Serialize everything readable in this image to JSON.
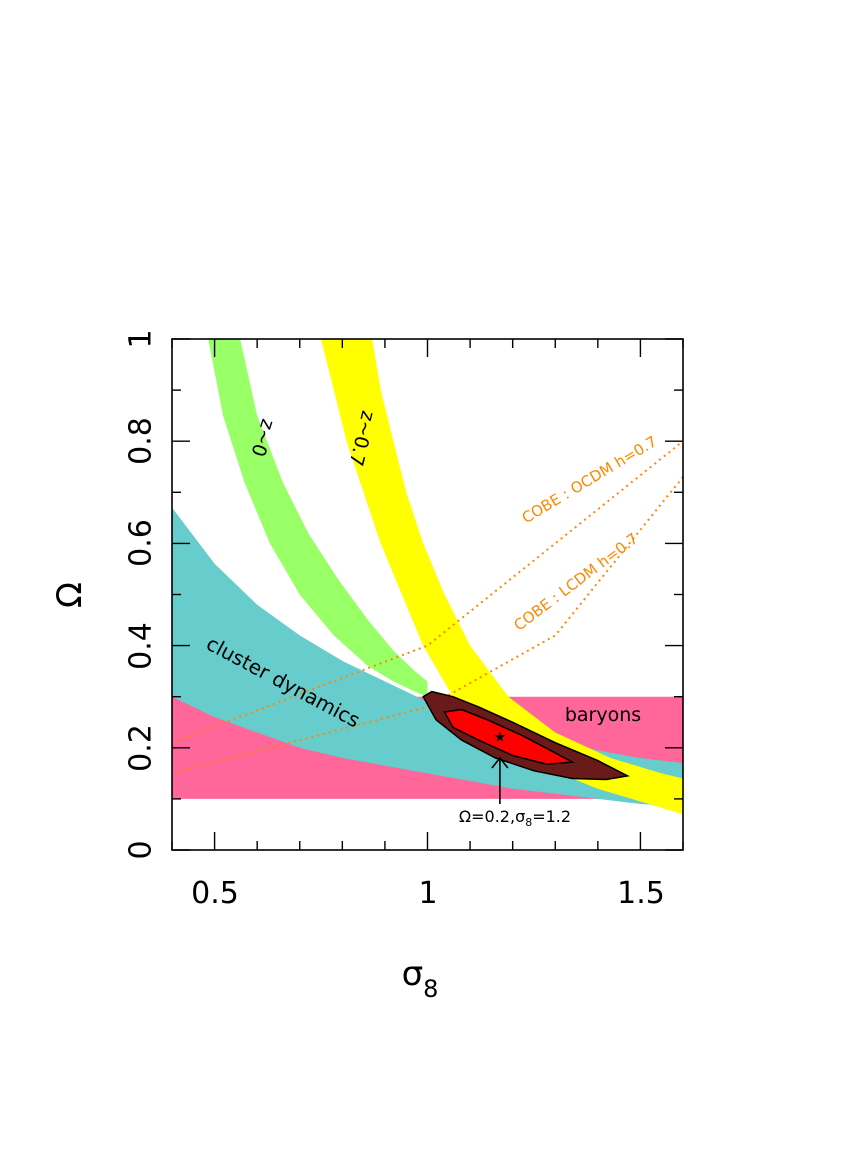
{
  "chart_data": {
    "type": "area",
    "xlabel": "σ",
    "xlabel_subscript": "8",
    "ylabel": "Ω",
    "xlim": [
      0.4,
      1.6
    ],
    "ylim": [
      0,
      1
    ],
    "x_ticks": [
      "0.5",
      "1",
      "1.5"
    ],
    "y_ticks": [
      "0",
      "0.2",
      "0.4",
      "0.6",
      "0.8",
      "1"
    ],
    "grid": false,
    "colors": {
      "baryons": "#ff6699",
      "cluster_dynamics": "#66cccc",
      "z0": "#99ff66",
      "z07": "#ffff00",
      "cobe": "#ff8800",
      "contour_outer": "#6b1a1a",
      "contour_inner": "#ff0000"
    },
    "bands": [
      {
        "id": "baryons",
        "label": "baryons",
        "kind": "horizontal",
        "y_range": [
          0.1,
          0.3
        ]
      },
      {
        "id": "cluster_dynamics",
        "label": "cluster dynamics",
        "upper": [
          [
            0.4,
            0.67
          ],
          [
            0.5,
            0.56
          ],
          [
            0.6,
            0.48
          ],
          [
            0.7,
            0.42
          ],
          [
            0.8,
            0.37
          ],
          [
            0.9,
            0.33
          ],
          [
            1.0,
            0.29
          ],
          [
            1.1,
            0.26
          ],
          [
            1.2,
            0.235
          ],
          [
            1.3,
            0.215
          ],
          [
            1.4,
            0.195
          ],
          [
            1.5,
            0.18
          ],
          [
            1.6,
            0.17
          ]
        ],
        "lower": [
          [
            0.4,
            0.3
          ],
          [
            0.5,
            0.26
          ],
          [
            0.6,
            0.23
          ],
          [
            0.7,
            0.2
          ],
          [
            0.8,
            0.18
          ],
          [
            0.9,
            0.165
          ],
          [
            1.0,
            0.15
          ],
          [
            1.1,
            0.135
          ],
          [
            1.2,
            0.12
          ],
          [
            1.3,
            0.11
          ],
          [
            1.4,
            0.1
          ],
          [
            1.5,
            0.09
          ],
          [
            1.6,
            0.085
          ]
        ]
      },
      {
        "id": "z0",
        "label": "z~0",
        "left": [
          [
            0.485,
            1.0
          ],
          [
            0.52,
            0.85
          ],
          [
            0.57,
            0.72
          ],
          [
            0.63,
            0.6
          ],
          [
            0.7,
            0.5
          ],
          [
            0.78,
            0.42
          ],
          [
            0.86,
            0.36
          ],
          [
            0.92,
            0.33
          ],
          [
            0.97,
            0.31
          ],
          [
            1.0,
            0.3
          ]
        ],
        "right": [
          [
            0.56,
            1.0
          ],
          [
            0.6,
            0.85
          ],
          [
            0.66,
            0.72
          ],
          [
            0.72,
            0.62
          ],
          [
            0.79,
            0.53
          ],
          [
            0.86,
            0.45
          ],
          [
            0.92,
            0.39
          ],
          [
            0.97,
            0.35
          ],
          [
            1.0,
            0.33
          ]
        ]
      },
      {
        "id": "z07",
        "label": "z~0.7",
        "left": [
          [
            0.75,
            1.0
          ],
          [
            0.78,
            0.9
          ],
          [
            0.81,
            0.8
          ],
          [
            0.85,
            0.7
          ],
          [
            0.89,
            0.6
          ],
          [
            0.94,
            0.5
          ],
          [
            0.99,
            0.4
          ],
          [
            1.06,
            0.3
          ],
          [
            1.15,
            0.23
          ],
          [
            1.25,
            0.17
          ],
          [
            1.4,
            0.12
          ],
          [
            1.52,
            0.09
          ],
          [
            1.6,
            0.07
          ]
        ],
        "right": [
          [
            0.87,
            1.0
          ],
          [
            0.89,
            0.9
          ],
          [
            0.92,
            0.8
          ],
          [
            0.95,
            0.7
          ],
          [
            0.99,
            0.6
          ],
          [
            1.04,
            0.5
          ],
          [
            1.1,
            0.4
          ],
          [
            1.19,
            0.3
          ],
          [
            1.3,
            0.23
          ],
          [
            1.43,
            0.18
          ],
          [
            1.55,
            0.15
          ],
          [
            1.6,
            0.14
          ]
        ]
      }
    ],
    "lines": [
      {
        "id": "cobe_ocdm",
        "label": "COBE : OCDM h=0.7",
        "style": "dotted",
        "points": [
          [
            0.4,
            0.21
          ],
          [
            1.0,
            0.4
          ],
          [
            1.6,
            0.8
          ]
        ]
      },
      {
        "id": "cobe_lcdm",
        "label": "COBE : LCDM h=0.7",
        "style": "dotted",
        "points": [
          [
            0.4,
            0.15
          ],
          [
            1.0,
            0.28
          ],
          [
            1.3,
            0.42
          ],
          [
            1.6,
            0.73
          ]
        ]
      }
    ],
    "contours": [
      {
        "id": "likelihood_outer",
        "points": [
          [
            0.99,
            0.3
          ],
          [
            1.01,
            0.31
          ],
          [
            1.06,
            0.3
          ],
          [
            1.12,
            0.28
          ],
          [
            1.2,
            0.25
          ],
          [
            1.3,
            0.21
          ],
          [
            1.4,
            0.175
          ],
          [
            1.47,
            0.145
          ],
          [
            1.42,
            0.138
          ],
          [
            1.34,
            0.14
          ],
          [
            1.25,
            0.155
          ],
          [
            1.16,
            0.18
          ],
          [
            1.08,
            0.215
          ],
          [
            1.02,
            0.255
          ]
        ]
      },
      {
        "id": "likelihood_inner",
        "points": [
          [
            1.04,
            0.27
          ],
          [
            1.08,
            0.275
          ],
          [
            1.14,
            0.255
          ],
          [
            1.22,
            0.225
          ],
          [
            1.3,
            0.19
          ],
          [
            1.34,
            0.172
          ],
          [
            1.28,
            0.168
          ],
          [
            1.2,
            0.185
          ],
          [
            1.12,
            0.215
          ],
          [
            1.06,
            0.24
          ]
        ]
      }
    ],
    "marker": {
      "x": 1.17,
      "y": 0.22,
      "symbol": "★"
    },
    "annotation": {
      "text_prefix": "Ω=0.2,σ",
      "text_sub": "8",
      "text_suffix": "=1.2",
      "arrow_from": [
        1.17,
        0.09
      ],
      "arrow_to": [
        1.17,
        0.18
      ]
    }
  }
}
